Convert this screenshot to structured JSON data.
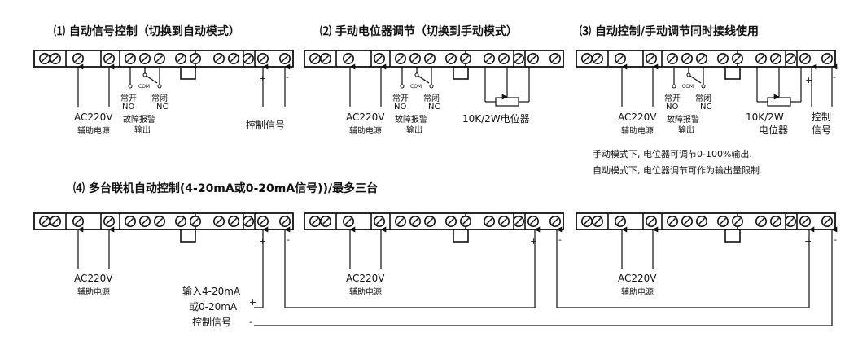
{
  "sections": {
    "s1": {
      "title": "⑴ 自动信号控制（切换到自动模式）",
      "power_line1": "AC220V",
      "power_line2": "辅助电源",
      "no_cn": "常开",
      "no_en": "NO",
      "com": "COM",
      "nc_cn": "常闭",
      "nc_en": "NC",
      "alarm_line1": "故障报警",
      "alarm_line2": "输出",
      "plus": "+",
      "minus": "-",
      "control_signal": "控制信号"
    },
    "s2": {
      "title": "⑵ 手动电位器调节（切换到手动模式）",
      "power_line1": "AC220V",
      "power_line2": "辅助电源",
      "no_cn": "常开",
      "no_en": "NO",
      "com": "COM",
      "nc_cn": "常闭",
      "nc_en": "NC",
      "alarm_line1": "故障报警",
      "alarm_line2": "输出",
      "pot": "10K/2W电位器"
    },
    "s3": {
      "title": "⑶ 自动控制/手动调节同时接线使用",
      "power_line1": "AC220V",
      "power_line2": "辅助电源",
      "no_cn": "常开",
      "no_en": "NO",
      "com": "COM",
      "nc_cn": "常闭",
      "nc_en": "NC",
      "alarm_line1": "故障报警",
      "alarm_line2": "输出",
      "pot_line1": "10K/2W",
      "pot_line2": "电位器",
      "ctrl_line1": "控制",
      "ctrl_line2": "信号",
      "plus": "+",
      "minus": "-",
      "note1": "手动模式下, 电位器可调节0-100%输出.",
      "note2": "自动模式下, 电位器调节可作为输出量限制."
    },
    "s4": {
      "title": "⑷  多台联机自动控制(4-20mA或0-20mA信号))/最多三台",
      "power_line1": "AC220V",
      "power_line2": "辅助电源",
      "input_line1": "输入4-20mA",
      "input_line2": "或0-20mA",
      "input_line3": "控制信号",
      "plus": "+",
      "minus": "-"
    }
  }
}
